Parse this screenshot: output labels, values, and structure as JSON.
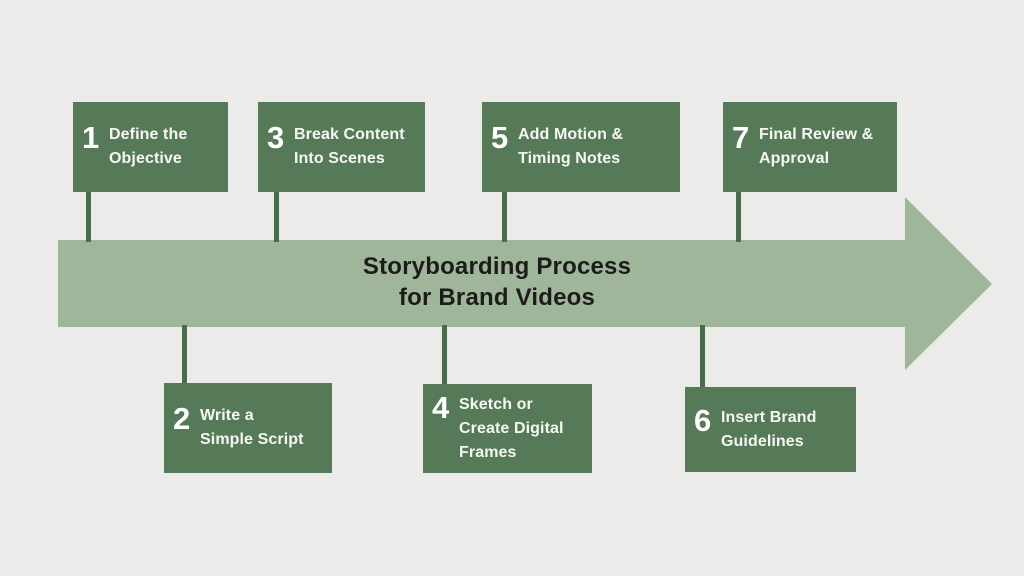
{
  "title": {
    "line1": "Storyboarding Process",
    "line2": "for Brand Videos"
  },
  "steps": [
    {
      "number": "1",
      "lines": [
        "Define the",
        "Objective"
      ]
    },
    {
      "number": "2",
      "lines": [
        "Write a",
        "Simple Script"
      ]
    },
    {
      "number": "3",
      "lines": [
        "Break Content",
        "Into Scenes"
      ]
    },
    {
      "number": "4",
      "lines": [
        "Sketch or",
        "Create Digital",
        "Frames"
      ]
    },
    {
      "number": "5",
      "lines": [
        "Add Motion &",
        "Timing Notes"
      ]
    },
    {
      "number": "6",
      "lines": [
        "Insert Brand",
        "Guidelines"
      ]
    },
    {
      "number": "7",
      "lines": [
        "Final Review &",
        "Approval"
      ]
    }
  ],
  "colors": {
    "bg": "#ebebe9",
    "box-green": "#567a58",
    "bar-green": "#9fb69a",
    "connector-green": "#4b6b4e",
    "box-text": "#f6f7f3",
    "title-text": "#1c1c1a"
  }
}
